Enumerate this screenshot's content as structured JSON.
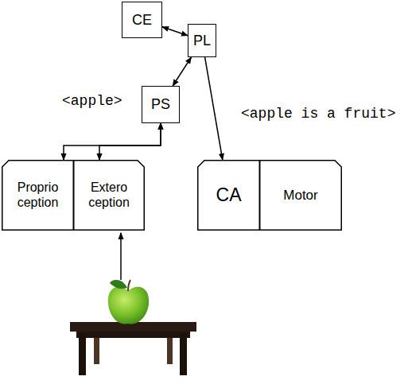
{
  "diagram": {
    "nodes": [
      {
        "text": [
          "CE"
        ]
      },
      {
        "text": [
          "PL"
        ]
      },
      {
        "text": [
          "PS"
        ]
      },
      {
        "text": [
          "Proprio ception"
        ]
      },
      {
        "text": [
          "Extero ception"
        ]
      },
      {
        "text": [
          "CA"
        ]
      },
      {
        "text": [
          "Motor"
        ]
      }
    ],
    "edges": [
      {
        "from": 0,
        "to": 1,
        "arrow": "both"
      },
      {
        "from": 1,
        "to": 2,
        "arrow": "both"
      },
      {
        "from": 2,
        "to": 3,
        "arrow": "both"
      },
      {
        "from": 2,
        "to": 4,
        "arrow": "both"
      },
      {
        "from": 1,
        "to": 5,
        "label": "<apple is a fruit>",
        "arrow": "to"
      }
    ],
    "labels": [
      "<apple>"
    ]
  }
}
